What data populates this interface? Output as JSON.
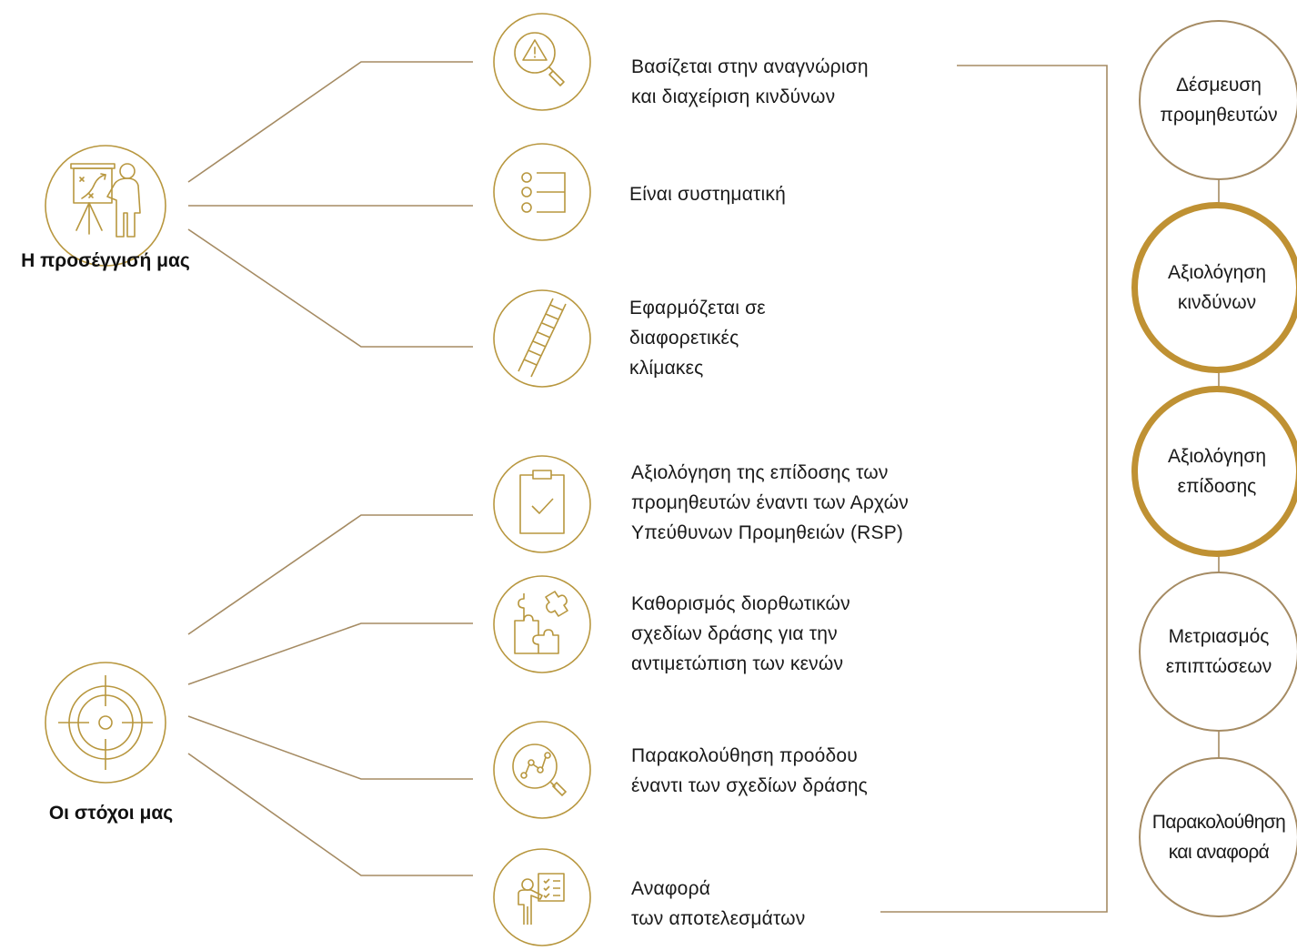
{
  "colors": {
    "gold": "#b8973f",
    "bronze": "#a58b63",
    "text": "#1a1a1a",
    "highlight": "#bf9133"
  },
  "hubs": {
    "approach": {
      "label": "Η προσέγγισή μας",
      "icon": "presentation-strategy-icon"
    },
    "goals": {
      "label": "Οι στόχοι μας",
      "icon": "target-crosshair-icon"
    }
  },
  "approach_items": [
    {
      "text": "Βασίζεται στην αναγνώριση\nκαι διαχείριση κινδύνων",
      "icon": "risk-search-icon"
    },
    {
      "text": "Είναι συστηματική",
      "icon": "checklist-icon"
    },
    {
      "text": "Εφαρμόζεται σε\nδιαφορετικές\nκλίμακες",
      "icon": "ladder-icon"
    }
  ],
  "goal_items": [
    {
      "text": "Αξιολόγηση της επίδοσης των\nπρομηθευτών έναντι των Αρχών\nΥπεύθυνων Προμηθειών (RSP)",
      "icon": "clipboard-check-icon"
    },
    {
      "text": "Καθορισμός διορθωτικών\nσχεδίων δράσης για την\nαντιμετώπιση των κενών",
      "icon": "puzzle-icon"
    },
    {
      "text": "Παρακολούθηση προόδου\nέναντι των σχεδίων δράσης",
      "icon": "progress-search-icon"
    },
    {
      "text": "Αναφορά\nτων αποτελεσμάτων",
      "icon": "presenter-report-icon"
    }
  ],
  "stages": [
    {
      "label": "Δέσμευση\nπρομηθευτών",
      "highlight": false
    },
    {
      "label": "Αξιολόγηση\nκινδύνων",
      "highlight": true
    },
    {
      "label": "Αξιολόγηση\nεπίδοσης",
      "highlight": true
    },
    {
      "label": "Μετριασμός\nεπιπτώσεων",
      "highlight": false
    },
    {
      "label": "Παρακολούθηση\nκαι αναφορά",
      "highlight": false
    }
  ]
}
